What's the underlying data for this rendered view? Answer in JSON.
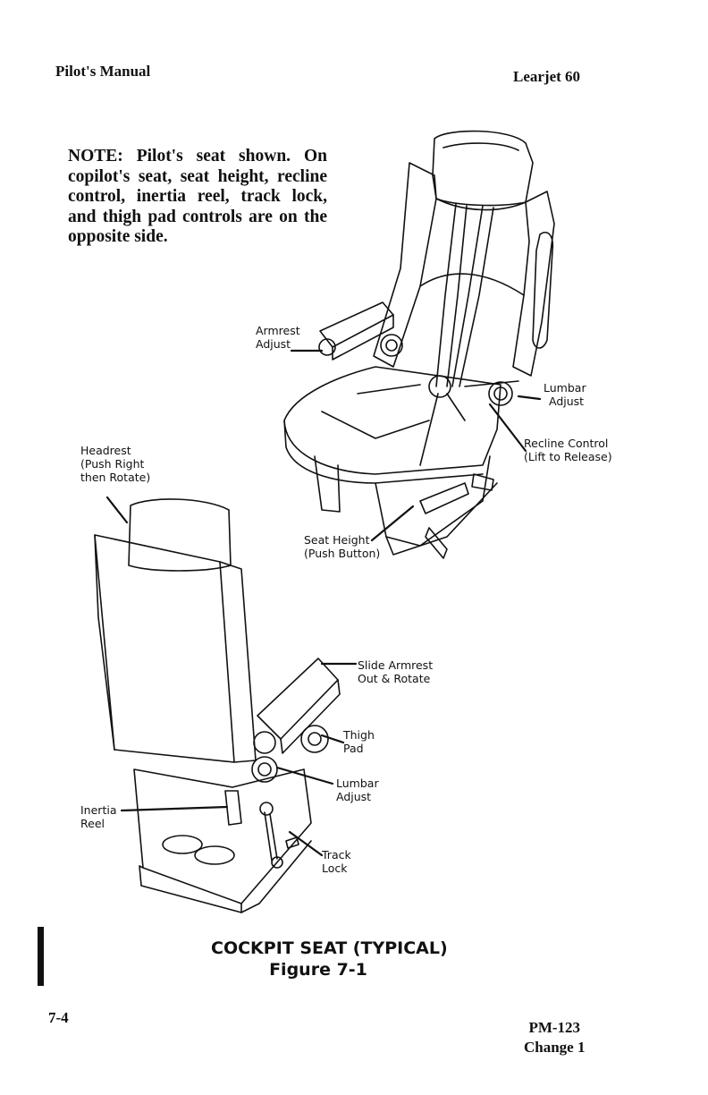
{
  "header": {
    "left": "Pilot's Manual",
    "right": "Learjet 60"
  },
  "note": "NOTE: Pilot's seat shown. On copilot's seat, seat height, recline control, inertia reel, track lock, and thigh pad controls are on the opposite side.",
  "callouts": {
    "armrest_adjust": [
      "Armrest",
      "Adjust"
    ],
    "lumbar_adjust_upper": [
      "Lumbar",
      "Adjust"
    ],
    "recline_control": [
      "Recline Control",
      "(Lift to Release)"
    ],
    "headrest": [
      "Headrest",
      "(Push Right",
      "then Rotate)"
    ],
    "seat_height": [
      "Seat Height",
      "(Push Button)"
    ],
    "slide_armrest": [
      "Slide Armrest",
      "Out & Rotate"
    ],
    "thigh_pad": [
      "Thigh",
      "Pad"
    ],
    "lumbar_adjust_lower": [
      "Lumbar",
      "Adjust"
    ],
    "inertia_reel": [
      "Inertia",
      "Reel"
    ],
    "track_lock": [
      "Track",
      "Lock"
    ]
  },
  "caption": {
    "title": "COCKPIT SEAT (TYPICAL)",
    "figure": "Figure 7-1"
  },
  "footer": {
    "page_number": "7-4",
    "doc_id": "PM-123",
    "revision": "Change 1"
  },
  "icons": {
    "illustration": "cockpit-seat-line-drawing"
  }
}
